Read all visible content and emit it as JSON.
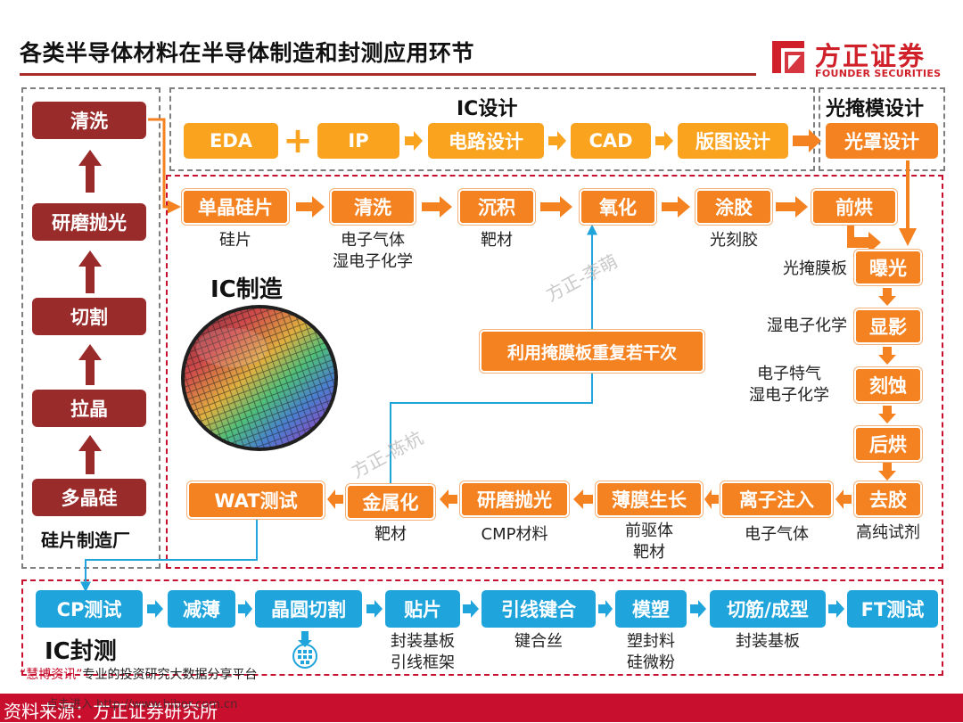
{
  "header": {
    "title": "各类半导体材料在半导体制造和封测应用环节",
    "logo_cn": "方正证券",
    "logo_en": "FOUNDER SECURITIES"
  },
  "sections": {
    "ic_design": "IC设计",
    "mask_design": "光掩模设计",
    "ic_manufacturing": "IC制造",
    "ic_packaging": "IC封测",
    "wafer_fab": "硅片制造厂"
  },
  "wafer_steps": [
    "清洗",
    "研磨抛光",
    "切割",
    "拉晶",
    "多晶硅"
  ],
  "design_steps": [
    "EDA",
    "IP",
    "电路设计",
    "CAD",
    "版图设计"
  ],
  "mask_step": "光罩设计",
  "plus_sign": "+",
  "mfg_top": [
    "单晶硅片",
    "清洗",
    "沉积",
    "氧化",
    "涂胶",
    "前烘"
  ],
  "mfg_top_labels": [
    "硅片",
    "电子气体\n湿电子化学",
    "靶材",
    "",
    "光刻胶",
    ""
  ],
  "mfg_right": [
    "曝光",
    "显影",
    "刻蚀",
    "后烘",
    "去胶"
  ],
  "mfg_right_labels": [
    "光掩膜板",
    "湿电子化学",
    "电子特气\n湿电子化学",
    "",
    "高纯试剂"
  ],
  "mfg_bottom": [
    "WAT测试",
    "金属化",
    "研磨抛光",
    "薄膜生长",
    "离子注入"
  ],
  "mfg_bottom_labels": [
    "",
    "靶材",
    "CMP材料",
    "前驱体\n靶材",
    "电子气体"
  ],
  "repeat_note": "利用掩膜板重复若干次",
  "pkg_steps": [
    "CP测试",
    "减薄",
    "晶圆切割",
    "贴片",
    "引线键合",
    "模塑",
    "切筋/成型",
    "FT测试"
  ],
  "pkg_labels": [
    "",
    "",
    "",
    "封装基板\n引线框架",
    "键合丝",
    "塑封料\n硅微粉",
    "封装基板",
    ""
  ],
  "watermarks": [
    "方正-李萌",
    "方正-陈杭"
  ],
  "footer": {
    "source": "资料来源：方正证券研究所",
    "promo_hl": "“慧博资讯”",
    "promo": "专业的投资研究大数据分享平台",
    "url": "点击进入 http://www.hibor.com.cn"
  },
  "colors": {
    "wafer": "#9a2b2b",
    "design": "#f9a31f",
    "manufacturing": "#f58220",
    "packaging": "#1fa5dc",
    "brand": "#c8102e"
  }
}
